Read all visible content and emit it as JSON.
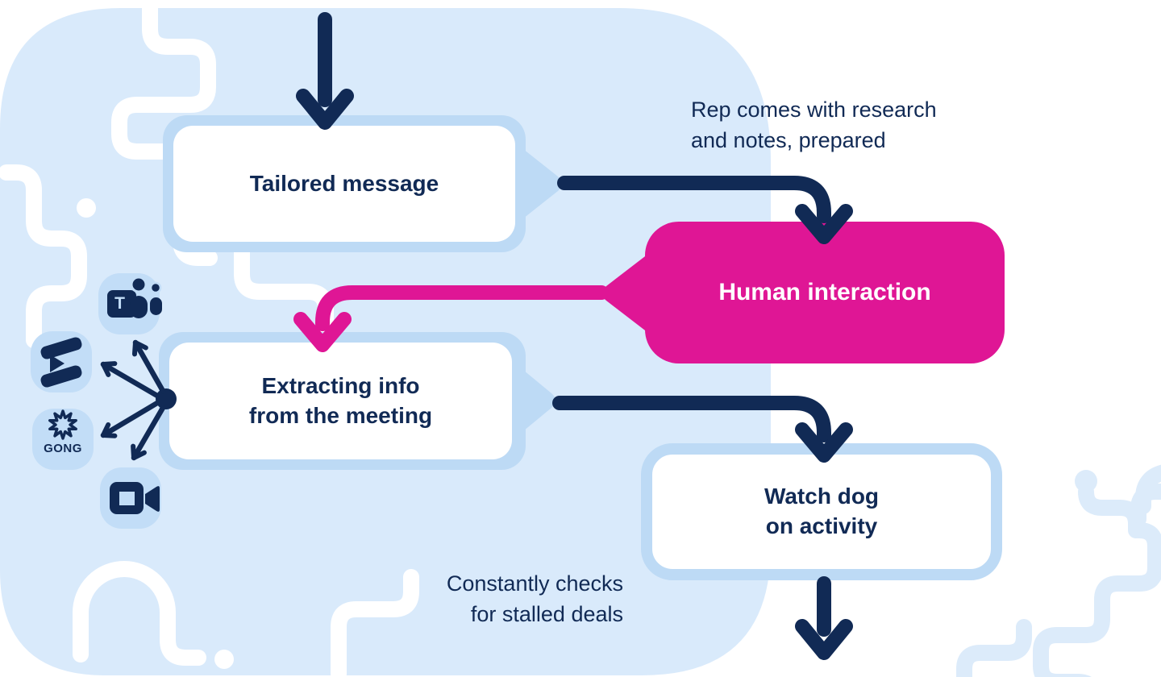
{
  "colors": {
    "navy": "#112A55",
    "pink": "#DF1695",
    "blob_blue": "#D9EAFB",
    "box_casing_blue": "#BDDAF5",
    "icon_bubble_blue": "#C2DDF7",
    "squiggle_on_white": "#DCEBFA",
    "squiggle_on_blob": "#FFFFFF",
    "node_fill": "#FFFFFF"
  },
  "flow": {
    "nodes": [
      {
        "id": "tailored-message",
        "label": "Tailored message"
      },
      {
        "id": "human-interaction",
        "label": "Human interaction"
      },
      {
        "id": "extracting-info",
        "label": "Extracting info\nfrom the meeting"
      },
      {
        "id": "watch-dog",
        "label": "Watch dog\non activity"
      }
    ],
    "annotations": [
      {
        "id": "rep-prepared",
        "text": "Rep comes with research\nand notes, prepared"
      },
      {
        "id": "stalled-deals",
        "text": "Constantly checks\nfor stalled deals"
      }
    ]
  },
  "icons": {
    "names": [
      "microsoft-teams-icon",
      "meeting-recorder-icon",
      "gong-icon",
      "video-camera-icon"
    ],
    "teams_initial": "T",
    "gong_wordmark": "GONG"
  }
}
